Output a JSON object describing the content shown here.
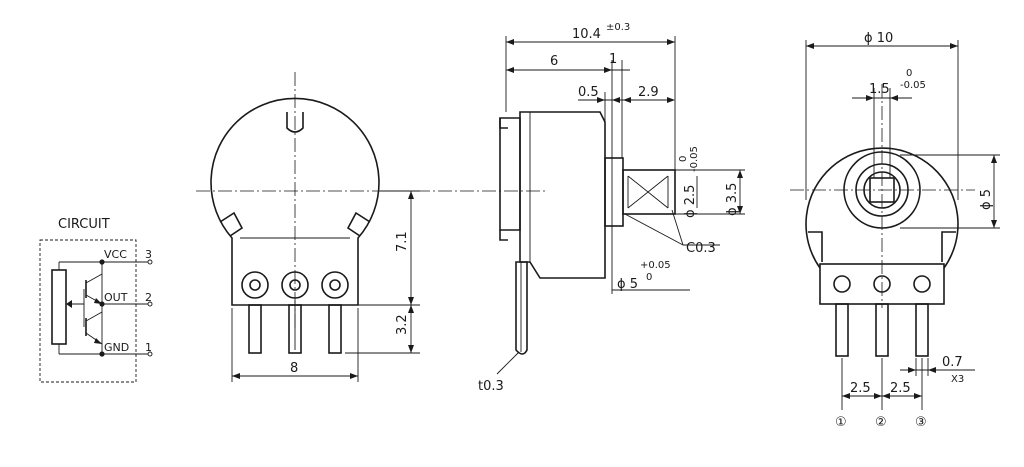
{
  "circuit": {
    "title": "CIRCUIT",
    "pins": [
      {
        "label": "VCC",
        "number": "3"
      },
      {
        "label": "OUT",
        "number": "2"
      },
      {
        "label": "GND",
        "number": "1"
      }
    ]
  },
  "front_view": {
    "height_above_pins": "7.1",
    "pin_length": "3.2",
    "width": "8"
  },
  "side_view": {
    "overall_length": "10.4",
    "overall_length_tol": "±0.3",
    "body_length": "6",
    "dim_1": "1",
    "dim_0_5": "0.5",
    "dim_2_9": "2.9",
    "shaft_dia_2_5": "ϕ 2.5",
    "shaft_dia_3_5": "ϕ 3.5",
    "shaft_tol_upper": "0",
    "shaft_tol_lower": "-0.05",
    "chamfer": "C0.3",
    "hub_dia": "ϕ 5",
    "hub_tol_upper": "+0.05",
    "hub_tol_lower": "0",
    "thickness": "t0.3"
  },
  "rear_view": {
    "outer_dia": "ϕ 10",
    "slot_width": "1.5",
    "slot_tol_upper": "0",
    "slot_tol_lower": "-0.05",
    "inner_dia": "ϕ 5",
    "pitch_1": "2.5",
    "pitch_2": "2.5",
    "pin_width": "0.7",
    "pin_count": "X3",
    "pin_markers": [
      "①",
      "②",
      "③"
    ]
  }
}
